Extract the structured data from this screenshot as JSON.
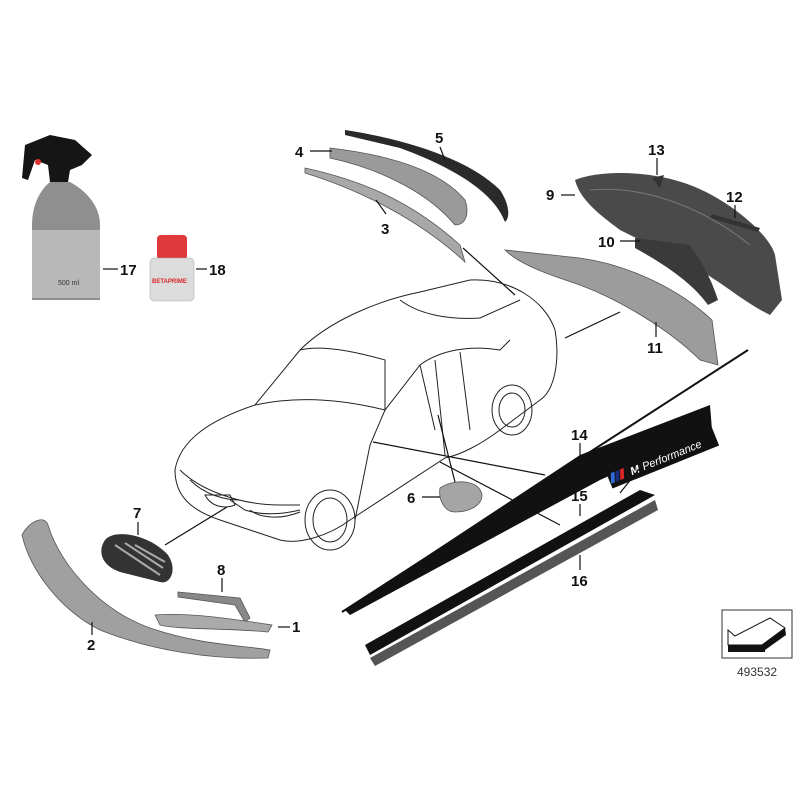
{
  "diagram_id": "493532",
  "callouts": [
    "1",
    "2",
    "3",
    "4",
    "5",
    "6",
    "7",
    "8",
    "9",
    "10",
    "11",
    "12",
    "13",
    "14",
    "15",
    "16",
    "17",
    "18"
  ],
  "bottle_label": "500 ml",
  "stripe_text": "Performance",
  "stripe_logo": "M",
  "primer_logo": "BETAPRIME",
  "colors": {
    "part_grey": "#9a9a9a",
    "dark_part": "#2a2a2a",
    "primer_cap": "#e0393b",
    "m_blue": "#2f6bd8",
    "m_navy": "#1a2b7a",
    "m_red": "#d8262a"
  }
}
